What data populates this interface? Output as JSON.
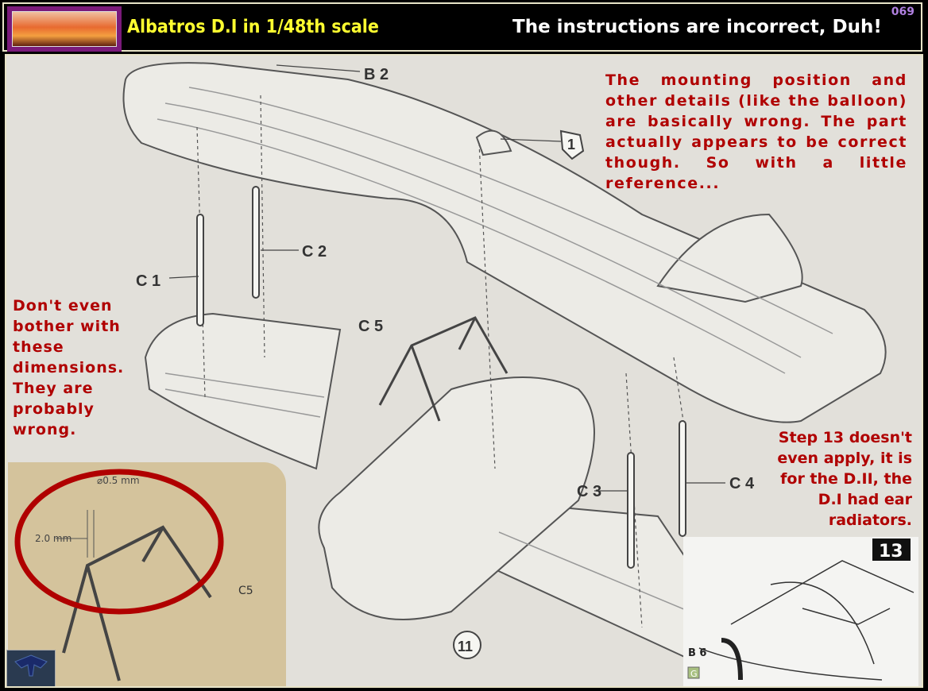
{
  "header": {
    "title": "Albatros D.I in 1/48th scale",
    "subtitle": "The instructions are incorrect, Duh!",
    "page_number": "069"
  },
  "diagram": {
    "labels": {
      "b2": "B 2",
      "step1": "1",
      "c1": "C 1",
      "c2": "C 2",
      "c5": "C 5",
      "c3": "C 3",
      "c4": "C 4",
      "step11": "11"
    }
  },
  "notes": {
    "top_right": "The mounting position and other details (like the balloon) are basically wrong.  The part actually appears to be correct though.  So with a little reference...",
    "left": "Don't even bother with these dimensions. They are probably wrong.",
    "right": "Step 13 doesn't even apply, it is for the D.II, the D.I had ear radiators."
  },
  "inset_left": {
    "diameter": "⌀0.5 mm",
    "length": "2.0 mm",
    "part": "C5",
    "highlight_color": "#b00000"
  },
  "inset_right": {
    "step": "13",
    "part": "B 6",
    "glue": "G"
  },
  "logo_badge": "Heavens Eagle"
}
